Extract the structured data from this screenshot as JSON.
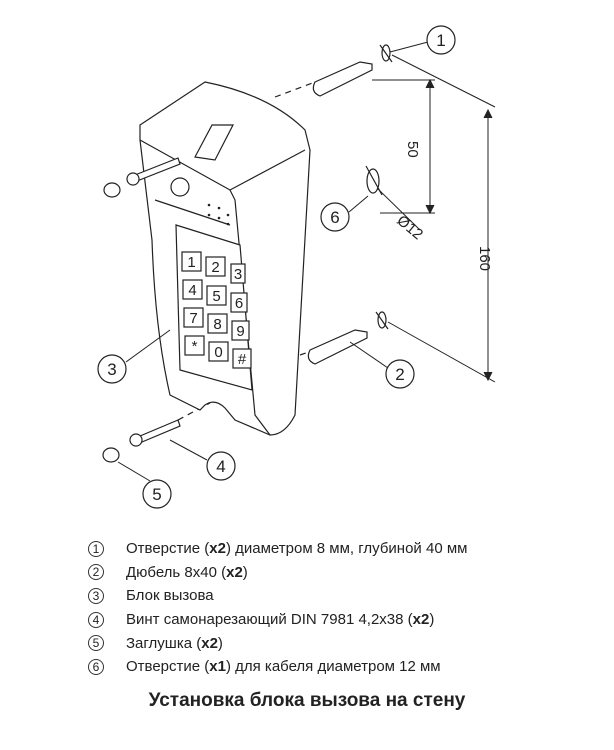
{
  "diagram": {
    "callouts": [
      "1",
      "2",
      "3",
      "4",
      "5",
      "6"
    ],
    "dimensions": {
      "spacing": "50",
      "total": "160",
      "cable_hole": "Ø12"
    },
    "keypad_keys": [
      "1",
      "2",
      "3",
      "4",
      "5",
      "6",
      "7",
      "8",
      "9",
      "*",
      "0",
      "#"
    ]
  },
  "legend": [
    {
      "num": "1",
      "pre": "Отверстие (",
      "bold": "x2",
      "post": ") диаметром 8 мм, глубиной 40 мм"
    },
    {
      "num": "2",
      "pre": "Дюбель 8х40 (",
      "bold": "x2",
      "post": ")"
    },
    {
      "num": "3",
      "pre": "Блок вызова",
      "bold": "",
      "post": ""
    },
    {
      "num": "4",
      "pre": "Винт самонарезающий DIN 7981 4,2х38 (",
      "bold": "x2",
      "post": ")"
    },
    {
      "num": "5",
      "pre": "Заглушка (",
      "bold": "x2",
      "post": ")"
    },
    {
      "num": "6",
      "pre": "Отверстие (",
      "bold": "x1",
      "post": ") для кабеля диаметром 12 мм"
    }
  ],
  "title": "Установка блока вызова на стену"
}
